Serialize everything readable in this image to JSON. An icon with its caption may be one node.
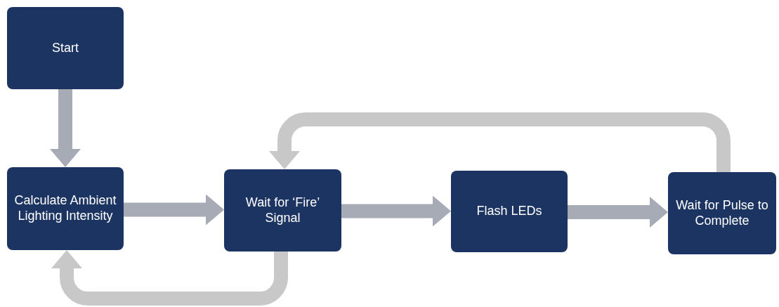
{
  "diagram": {
    "nodes": [
      {
        "text": [
          "Start"
        ]
      },
      {
        "text": [
          "Calculate Ambient Lighting Intensity"
        ]
      },
      {
        "text": [
          "Wait for ‘Fire’ Signal"
        ]
      },
      {
        "text": [
          "Flash LEDs"
        ]
      },
      {
        "text": [
          "Wait for Pulse to Complete"
        ]
      }
    ],
    "edges": [
      {
        "from": 0,
        "to": 1,
        "arrow": "to"
      },
      {
        "from": 1,
        "to": 2,
        "arrow": "to"
      },
      {
        "from": 2,
        "to": 3,
        "arrow": "to"
      },
      {
        "from": 3,
        "to": 4,
        "arrow": "to"
      },
      {
        "from": 4,
        "to": 2,
        "arrow": "to",
        "color": "#c8c8c8"
      },
      {
        "from": 2,
        "to": 1,
        "arrow": "to",
        "color": "#c8c8c8"
      }
    ]
  }
}
